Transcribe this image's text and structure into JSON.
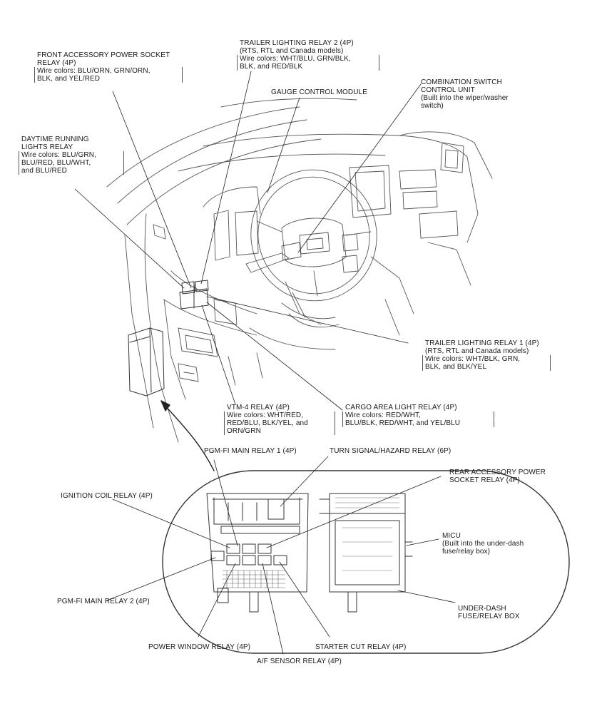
{
  "labels": {
    "front_accessory": {
      "title": [
        "FRONT ACCESSORY POWER SOCKET",
        "RELAY (4P)"
      ],
      "wires": [
        "Wire colors: BLU/ORN, GRN/ORN,",
        "BLK, and YEL/RED"
      ]
    },
    "trailer_relay_2": {
      "title": [
        "TRAILER LIGHTING RELAY 2 (4P)",
        "(RTS, RTL and Canada models)"
      ],
      "wires": [
        "Wire colors: WHT/BLU, GRN/BLK,",
        "BLK, and RED/BLK"
      ]
    },
    "gauge_control": {
      "title": "GAUGE CONTROL MODULE"
    },
    "combination_switch": {
      "title": [
        "COMBINATION SWITCH",
        "CONTROL UNIT"
      ],
      "note": [
        "(Built into the wiper/washer",
        "switch)"
      ]
    },
    "daytime_running": {
      "title": [
        "DAYTIME RUNNING",
        "LIGHTS RELAY"
      ],
      "wires": [
        "Wire colors: BLU/GRN,",
        "BLU/RED, BLU/WHT,",
        "and BLU/RED"
      ]
    },
    "trailer_relay_1": {
      "title": [
        "TRAILER LIGHTING RELAY 1 (4P)",
        "(RTS, RTL and Canada models)"
      ],
      "wires": [
        "Wire colors: WHT/BLK, GRN,",
        "BLK, and BLK/YEL"
      ]
    },
    "vtm4": {
      "title": "VTM-4 RELAY (4P)",
      "wires": [
        "Wire colors: WHT/RED,",
        "RED/BLU, BLK/YEL, and",
        "ORN/GRN"
      ]
    },
    "cargo": {
      "title": "CARGO AREA LIGHT RELAY (4P)",
      "wires": [
        "Wire colors: RED/WHT,",
        "BLU/BLK, RED/WHT, and YEL/BLU"
      ]
    },
    "pgm_main_1": {
      "title": "PGM-FI MAIN RELAY 1 (4P)"
    },
    "turn_signal": {
      "title": "TURN SIGNAL/HAZARD RELAY (6P)"
    },
    "rear_accessory": {
      "title": [
        "REAR ACCESSORY POWER",
        "SOCKET RELAY (4P)"
      ]
    },
    "ignition_coil": {
      "title": "IGNITION COIL RELAY (4P)"
    },
    "micu": {
      "title": "MICU",
      "note": [
        "(Built into the under-dash",
        "fuse/relay box)"
      ]
    },
    "pgm_main_2": {
      "title": "PGM-FI MAIN RELAY 2 (4P)"
    },
    "under_dash": {
      "title": [
        "UNDER-DASH",
        "FUSE/RELAY BOX"
      ]
    },
    "power_window": {
      "title": "POWER WINDOW RELAY (4P)"
    },
    "starter_cut": {
      "title": "STARTER CUT RELAY (4P)"
    },
    "af_sensor": {
      "title": "A/F SENSOR RELAY (4P)"
    }
  }
}
